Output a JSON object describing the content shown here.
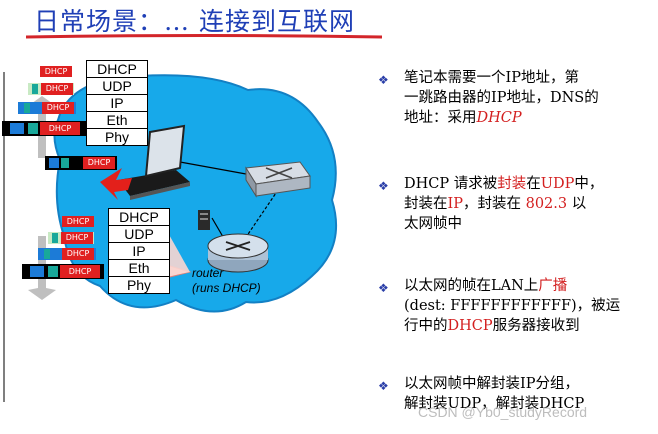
{
  "title": "日常场景：… 连接到互联网",
  "stack_top": [
    "DHCP",
    "UDP",
    "IP",
    "Eth",
    "Phy"
  ],
  "stack_bottom": [
    "DHCP",
    "UDP",
    "IP",
    "Eth",
    "Phy"
  ],
  "packet_label": "DHCP",
  "router_label_line1": "router",
  "router_label_line2": "(runs DHCP)",
  "bullets": [
    {
      "lines": [
        [
          {
            "t": "笔记本需要一个IP地址，第"
          }
        ],
        [
          {
            "t": "一跳路由器的IP地址，DNS的"
          }
        ],
        [
          {
            "t": "地址：采用"
          },
          {
            "t": "DHCP",
            "s": "red-i"
          }
        ]
      ]
    },
    {
      "lines": [
        [
          {
            "t": "DHCP 请求被"
          },
          {
            "t": "封装",
            "s": "red"
          },
          {
            "t": "在"
          },
          {
            "t": "UDP",
            "s": "red"
          },
          {
            "t": "中，"
          }
        ],
        [
          {
            "t": "封装在"
          },
          {
            "t": "IP",
            "s": "red"
          },
          {
            "t": "，封装在 "
          },
          {
            "t": "802.3",
            "s": "red"
          },
          {
            "t": " 以"
          }
        ],
        [
          {
            "t": "太网帧中"
          }
        ]
      ]
    },
    {
      "lines": [
        [
          {
            "t": "以太网的帧在LAN上"
          },
          {
            "t": "广播",
            "s": "red"
          }
        ],
        [
          {
            "t": "(dest: FFFFFFFFFFFF)，被运"
          }
        ],
        [
          {
            "t": "行中的"
          },
          {
            "t": "DHCP",
            "s": "red"
          },
          {
            "t": "服务器接收到"
          }
        ]
      ]
    },
    {
      "lines": [
        [
          {
            "t": "以太网帧中解封装IP分组，"
          }
        ],
        [
          {
            "t": "解封装UDP，解封装DHCP"
          }
        ]
      ]
    }
  ],
  "watermark": "CSDN @Yb0_studyRecord",
  "colors": {
    "title": "#1f3fb6",
    "cloud": "#17a9ea",
    "highlight": "#d31f1f",
    "bullet": "#2a3ea8"
  }
}
